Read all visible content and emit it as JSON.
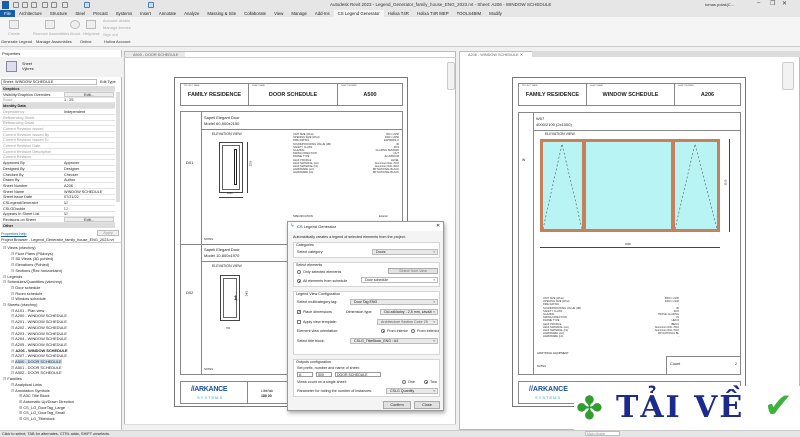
{
  "app_title": "Autodesk Revit 2023 - Legend_Generator_family_house_ENG_2023.rvt - Sheet: A206 - WINDOW SCHEDULE",
  "user": "tomas.polak(C...",
  "ribbon_tabs": [
    "File",
    "Architecture",
    "Structure",
    "Steel",
    "Precast",
    "Systems",
    "Insert",
    "Annotate",
    "Analyze",
    "Massing & Site",
    "Collaborate",
    "View",
    "Manage",
    "Add-Ins",
    "CS Legend Generator",
    "Holixa T4R",
    "Holixa T4R MEP",
    "TOOLS4BIM",
    "Modify"
  ],
  "active_tab": "CS Legend Generator",
  "ribbon": {
    "create": "Create",
    "remove_assemblies": "Remove Assemblies",
    "about": "About",
    "helpdesk": "Helpdesk",
    "account_details": "Account details",
    "manage_license": "Manage license",
    "sign_out": "Sign out",
    "panels": [
      "Generate Legend",
      "Manage Assemblies",
      "Online",
      "Holixa Account"
    ]
  },
  "properties": {
    "title": "Properties",
    "type_name": "Sheet",
    "type_sub": "Výkres",
    "selector": "Sheet: WINDOW SCHEDULE",
    "edit_type": "Edit Type",
    "rows": [
      {
        "k": "Graphics",
        "g": true
      },
      {
        "k": "Visibility/Graphics Overrides",
        "v": "Edit..."
      },
      {
        "k": "Scale",
        "v": "1 : 25",
        "dim": true
      },
      {
        "k": "Identity Data",
        "g": true
      },
      {
        "k": "Dependency",
        "v": "Independent",
        "dim": true
      },
      {
        "k": "Referencing Sheet",
        "dim": true
      },
      {
        "k": "Referencing Detail",
        "dim": true
      },
      {
        "k": "Current Revision Issued",
        "dim": true
      },
      {
        "k": "Current Revision Issued By",
        "dim": true
      },
      {
        "k": "Current Revision Issued To",
        "dim": true
      },
      {
        "k": "Current Revision Date",
        "dim": true
      },
      {
        "k": "Current Revision Description",
        "dim": true
      },
      {
        "k": "Current Revision",
        "dim": true
      },
      {
        "k": "Approved By",
        "v": "Approver"
      },
      {
        "k": "Designed By",
        "v": "Designer"
      },
      {
        "k": "Checked By",
        "v": "Checker"
      },
      {
        "k": "Drawn By",
        "v": "Author"
      },
      {
        "k": "Sheet Number",
        "v": "A206"
      },
      {
        "k": "Sheet Name",
        "v": "WINDOW SCHEDULE"
      },
      {
        "k": "Sheet Issue Date",
        "v": "07/21/22"
      },
      {
        "k": "CSLegendGenerator",
        "v": "☑"
      },
      {
        "k": "CSLGDouble",
        "v": "☐"
      },
      {
        "k": "Appears In Sheet List",
        "v": "☑"
      },
      {
        "k": "Revisions on Sheet",
        "v": "Edit..."
      },
      {
        "k": "Other",
        "g": true
      }
    ],
    "help_link": "Properties help",
    "apply": "Apply"
  },
  "browser": {
    "title": "Project Browser - Legend_Generator_family_house_ENG_2023.rvt",
    "items": [
      {
        "t": "Views (všechny)",
        "l": 0
      },
      {
        "t": "Floor Plans (Půdorys)",
        "l": 1
      },
      {
        "t": "3D Views (3D pohled)",
        "l": 1
      },
      {
        "t": "Elevations (Pohled)",
        "l": 1
      },
      {
        "t": "Sections (Řez horizontální)",
        "l": 1
      },
      {
        "t": "Legends",
        "l": 0
      },
      {
        "t": "Schedules/Quantities (všechny)",
        "l": 0
      },
      {
        "t": "Door schedule",
        "l": 1
      },
      {
        "t": "Room schedule",
        "l": 1
      },
      {
        "t": "Window schedule",
        "l": 1
      },
      {
        "t": "Sheets (všechny)",
        "l": 0
      },
      {
        "t": "A101 - Plan view",
        "l": 1
      },
      {
        "t": "A200 - WINDOW SCHEDULE",
        "l": 1
      },
      {
        "t": "A201 - WINDOW SCHEDULE",
        "l": 1
      },
      {
        "t": "A202 - WINDOW SCHEDULE",
        "l": 1
      },
      {
        "t": "A203 - WINDOW SCHEDULE",
        "l": 1
      },
      {
        "t": "A204 - WINDOW SCHEDULE",
        "l": 1
      },
      {
        "t": "A205 - WINDOW SCHEDULE",
        "l": 1
      },
      {
        "t": "A206 - WINDOW SCHEDULE",
        "l": 1,
        "b": true
      },
      {
        "t": "A207 - WINDOW SCHEDULE",
        "l": 1
      },
      {
        "t": "A500 - DOOR SCHEDULE",
        "l": 1,
        "s": true
      },
      {
        "t": "A501 - DOOR SCHEDULE",
        "l": 1
      },
      {
        "t": "A502 - DOOR SCHEDULE",
        "l": 1
      },
      {
        "t": "Families",
        "l": 0
      },
      {
        "t": "Analytical Links",
        "l": 1
      },
      {
        "t": "Annotation Symbols",
        "l": 1
      },
      {
        "t": "A3C Title Block",
        "l": 2
      },
      {
        "t": "Automatic Up/Down Direction",
        "l": 2
      },
      {
        "t": "CS_LG_DoorTag_Large",
        "l": 2
      },
      {
        "t": "CS_LG_DoorTag_Small",
        "l": 2
      },
      {
        "t": "CS_LG_Titleblock",
        "l": 2
      }
    ]
  },
  "status_text": "Click to select, TAB for alternates, CTRL adds, SHIFT unselects.",
  "status_model": "Main Model",
  "views": {
    "left_tab": "A500 - DOOR SCHEDULE",
    "right_tab": "A206 - WINDOW SCHEDULE"
  },
  "door_sheet": {
    "project_label": "PROJECT NAME",
    "project": "FAMILY RESIDENCE",
    "sheet_label": "SHEET NAME",
    "sheet_name": "DOOR SCHEDULE",
    "number_label": "SHEET NUMBER",
    "number": "A500",
    "d1": {
      "id": "D01",
      "name": "Sapeli Elegant Door",
      "model": "Model 60-900x2150",
      "elev": "ELEVATION VIEW",
      "w": "1000",
      "h": "2250",
      "spec": "SPECIFICATION",
      "spec_v": "Exterior",
      "notes": "NOTES",
      "specs": "UNIT SIZE (WxH)\nOPENING SIZE (WxH)\nFIRE RATING\nSOUNDPROOFING VALUE (dB)\nSAFETY CLASS\nGLAZING\nSWING DIRECTION\nFRAME TYPE\nLEAF PROFILE\nLEAF MATERIAL (ext)\nLEAF MATERIAL (int)\nHARDWARE (ext)\nHARDWARE (int)",
      "vals": "900 x 2150\n1000 x 2250\nEW30DP3-C\n40\nRC3\nGLAZING SMOKED\nOUT\nALUMINIUM\nLEVEL\nAluminium RAL 7016\nAluminium RAL 9010\nBP NATIONAL BLACK\nBP NATIONAL BLACK"
    },
    "d2": {
      "id": "D02",
      "name": "Sapeli Elegant Door",
      "model": "Model 10-800x1970",
      "elev": "ELEVATION VIEW",
      "w": "700",
      "h": "2400",
      "tag": "1",
      "notes": "NOTES"
    },
    "logo": "ARKANCE",
    "logo_sub": "SYSTEMS",
    "addr": "Libeňsk",
    "addr2": "180 00"
  },
  "window_sheet": {
    "project_label": "PROJECT NAME",
    "project": "FAMILY RESIDENCE",
    "sheet_label": "SHEET NAME",
    "sheet_name": "WINDOW SCHEDULE",
    "number_label": "SHEET NUMBER",
    "number": "A206",
    "id": "W",
    "name": "W07",
    "model": "4000/2100 (2x1000)",
    "elev": "ELEVATION VIEW",
    "w": "4000",
    "h": "2100",
    "specs": "UNIT SIZE (WxH)\nOPENING SIZE (WxH)\nFIRE RATING\nSOUNDPROOFING VALUE (dB)\nSAFETY CLASS\nGLAZING\nSWING DIRECTION\nFRAME TYPE\nLEAF PROFILE\nLEAF MATERIAL (ext)\nLEAF MATERIAL (int)\nHARDWARE (ext)\nHARDWARE (int)",
    "vals": "4000 x 2100\n4000 x 2100\n-\n35\nRC2\nTRIPLE GLAZING\nIN\nHEKO\nIBEKO\nAluminium RAL 7016\nAluminium RAL 7016\nBP NATIONAL BL\n-",
    "additional": "ADDITIONAL EQUIPMENT",
    "notes": "NOTES",
    "count_label": "Count",
    "count": "2",
    "logo": "ARKANCE",
    "logo_sub": "SYSTEMS",
    "frame_color": "#c8805a",
    "glass_color": "#b8f4f4"
  },
  "dialog": {
    "title": "CS Legend Generator",
    "intro": "Automatically creates a legend of selected elements from the project.",
    "categories": "Categories",
    "select_category": "Select category:",
    "category": "Doors",
    "select_elements": "Select elements",
    "only_selected": "Only selected elements",
    "select_from_view": "Select from view",
    "all_from_schedule": "All elements from schedule",
    "schedule": "Door schedule",
    "legend_cfg": "Legend View Configuration",
    "tag_label": "Select multicategory tag:",
    "tag": "Door Tag ENG",
    "place_dims": "Place dimensions",
    "dim_type_label": "Dimension type:",
    "dim_type": "Ocl.základny - 2,5 mm, závaží",
    "apply_template": "Apply view template:",
    "template": "Architecture Section Color 25",
    "orientation_label": "Element view orientation:",
    "from_interior": "From interior",
    "from_exterior": "From exterior",
    "titleblock_label": "Select title block:",
    "titleblock": "CSLG_TitleBlock_ENG : A4",
    "outputs": "Outputs configuration",
    "prefix_label": "Set prefix, number and name of sheet:",
    "prefix": "A",
    "number": "500",
    "name": "DOOR SCHEDULE",
    "views_count": "Views count on a single sheet:",
    "one": "One",
    "two": "Two",
    "param_label": "Parameter for noting the number of instances:",
    "param": "CSLG Quantity",
    "confirm": "Confirm",
    "close": "Close"
  },
  "watermark": "TẢI VỀ",
  "accent": "#1a5ea8"
}
